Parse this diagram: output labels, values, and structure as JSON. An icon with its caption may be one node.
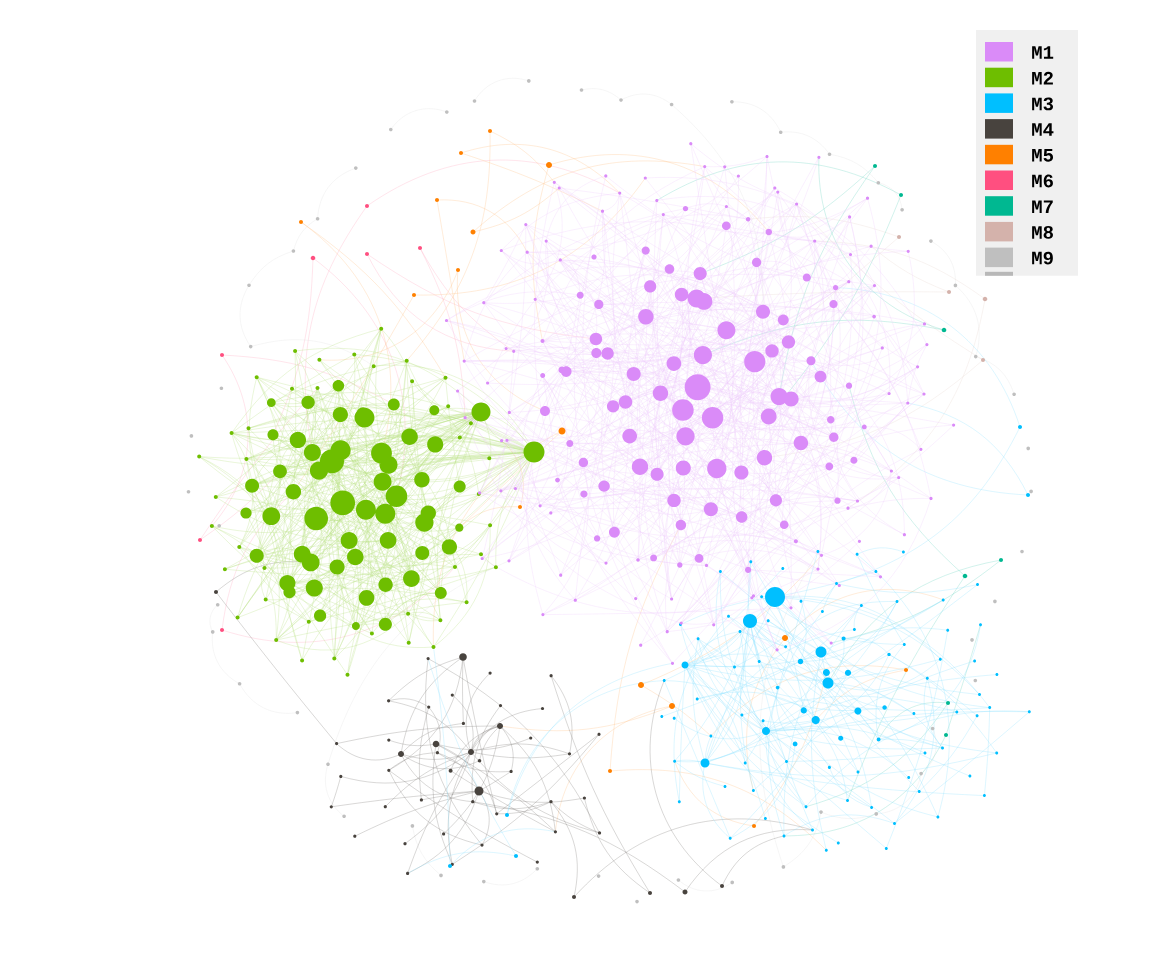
{
  "diagram": {
    "legend": [
      {
        "text": "M1",
        "color": "#da8bf8"
      },
      {
        "text": "M2",
        "color": "#6ebe00"
      },
      {
        "text": "M3",
        "color": "#00bfff"
      },
      {
        "text": "M4",
        "color": "#48433e"
      },
      {
        "text": "M5",
        "color": "#ff8000"
      },
      {
        "text": "M6",
        "color": "#ff4f80"
      },
      {
        "text": "M7",
        "color": "#00b891"
      },
      {
        "text": "M8",
        "color": "#d4b2ab"
      },
      {
        "text": "M9",
        "color": "#bfbfbf"
      }
    ]
  }
}
